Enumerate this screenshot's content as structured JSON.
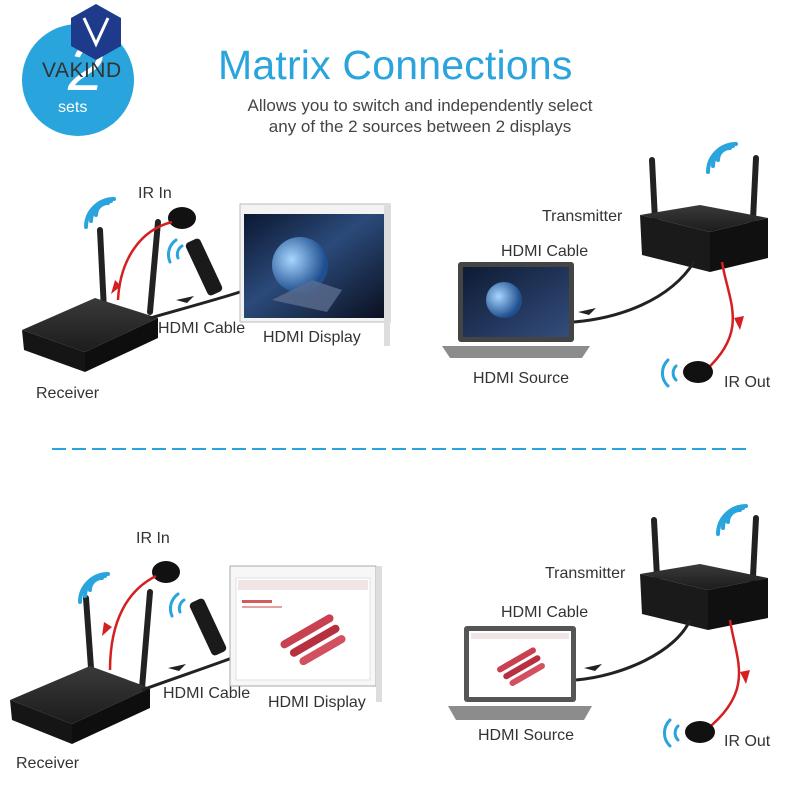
{
  "header": {
    "title": "Matrix Connections",
    "subtitle_line1": "Allows you to switch and independently select",
    "subtitle_line2": "any of the 2 sources between 2 displays"
  },
  "badge": {
    "number": "2",
    "unit": "sets",
    "brand": "VAKIND",
    "color": "#2aa4dc",
    "logo_color": "#1e3a8a"
  },
  "top": {
    "ir_in": "IR In",
    "hdmi_cable_left": "HDMI Cable",
    "hdmi_display": "HDMI Display",
    "receiver": "Receiver",
    "transmitter": "Transmitter",
    "hdmi_cable_right": "HDMI Cable",
    "hdmi_source": "HDMI Source",
    "ir_out": "IR Out"
  },
  "bottom": {
    "ir_in": "IR In",
    "hdmi_cable_left": "HDMI Cable",
    "hdmi_display": "HDMI Display",
    "receiver": "Receiver",
    "transmitter": "Transmitter",
    "hdmi_cable_right": "HDMI Cable",
    "hdmi_source": "HDMI Source",
    "ir_out": "IR Out"
  },
  "colors": {
    "wifi": "#2aa4dc",
    "ir_cable": "#d42020",
    "device": "#2a2a2a",
    "divider": "#2aa4dc"
  }
}
